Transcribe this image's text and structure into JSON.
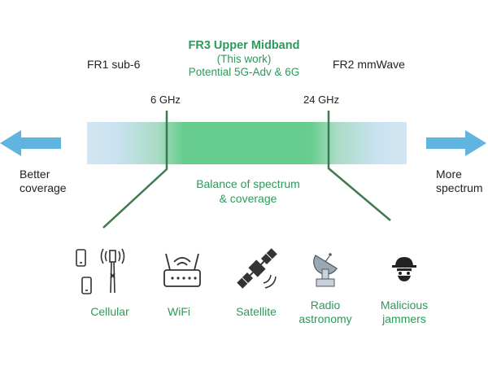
{
  "header": {
    "title": "FR3 Upper Midband",
    "subtitle": "(This work)",
    "potential": "Potential 5G-Adv & 6G"
  },
  "bands": {
    "fr1": "FR1 sub-6",
    "fr2": "FR2 mmWave"
  },
  "frequencies": {
    "low": "6 GHz",
    "high": "24 GHz"
  },
  "arrows": {
    "left_line1": "Better",
    "left_line2": "coverage",
    "right_line1": "More",
    "right_line2": "spectrum"
  },
  "balance": {
    "line1": "Balance of spectrum",
    "line2": "& coverage"
  },
  "applications": [
    {
      "label": "Cellular",
      "icon": "cellular-tower-icon"
    },
    {
      "label": "WiFi",
      "icon": "wifi-router-icon"
    },
    {
      "label": "Satellite",
      "icon": "satellite-icon"
    },
    {
      "label_line1": "Radio",
      "label_line2": "astronomy",
      "icon": "radio-telescope-icon"
    },
    {
      "label_line1": "Malicious",
      "label_line2": "jammers",
      "icon": "jammer-icon"
    }
  ],
  "colors": {
    "accent_green": "#2b9a5a",
    "band_green": "#62cd8c",
    "band_blue": "#c6dff0",
    "arrow_blue": "#5fb4e0",
    "line_green": "#3d7a4e"
  }
}
